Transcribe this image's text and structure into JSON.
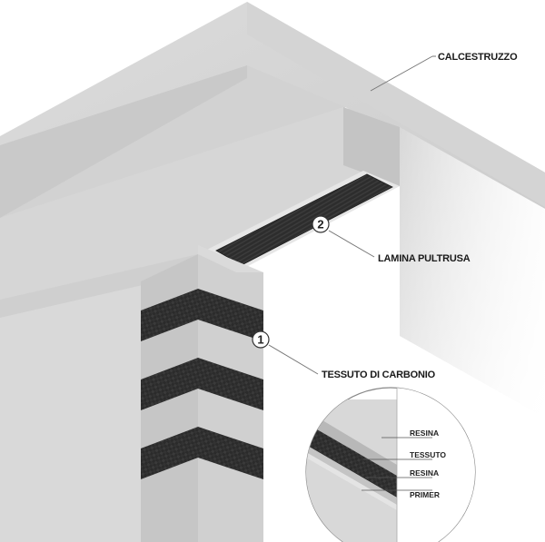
{
  "labels": {
    "concrete": "CALCESTRUZZO",
    "laminate": "LAMINA PULTRUSA",
    "fabric": "TESSUTO DI CARBONIO"
  },
  "markers": {
    "fabric_number": "1",
    "laminate_number": "2"
  },
  "detail": {
    "resin_top": "RESINA",
    "fabric": "TESSUTO",
    "resin_bottom": "RESINA",
    "primer": "PRIMER"
  },
  "colors": {
    "concrete_light": "#e0e0e0",
    "concrete_mid": "#cfcfcf",
    "concrete_dark": "#bdbdbd",
    "carbon": "#2a2a2a",
    "leader_line": "#777777"
  }
}
